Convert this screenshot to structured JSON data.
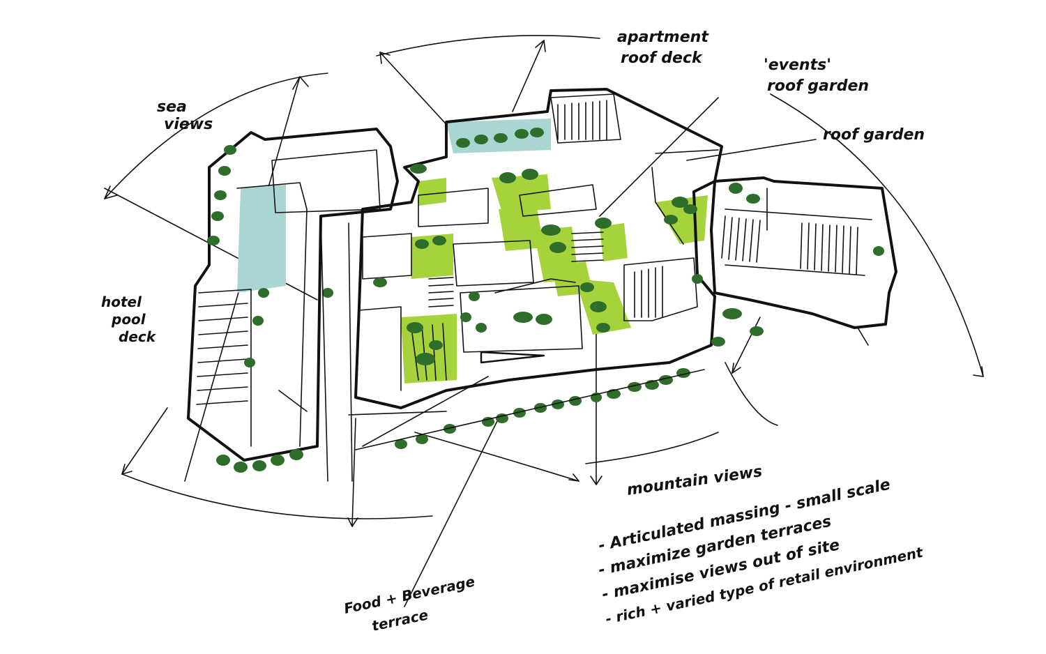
{
  "labels": {
    "apartment_roof_deck": [
      "apartment",
      "roof deck"
    ],
    "events_roof_garden": [
      "'events'",
      "roof garden"
    ],
    "sea_views": [
      "sea",
      "views"
    ],
    "roof_garden": "roof garden",
    "hotel_pool_deck": [
      "hotel",
      "pool",
      "deck"
    ],
    "mountain_views": "mountain views",
    "food_beverage_terrace": [
      "Food + Beverage",
      "terrace"
    ]
  },
  "notes": [
    "- Articulated massing - small scale",
    "- maximize garden terraces",
    "- maximise views out of site",
    "- rich + varied type of retail environment"
  ],
  "colors": {
    "ink": "#111111",
    "garden_green": "#a6d33c",
    "tree_green": "#2f6e2a",
    "pool_blue": "#a9d6d3"
  }
}
